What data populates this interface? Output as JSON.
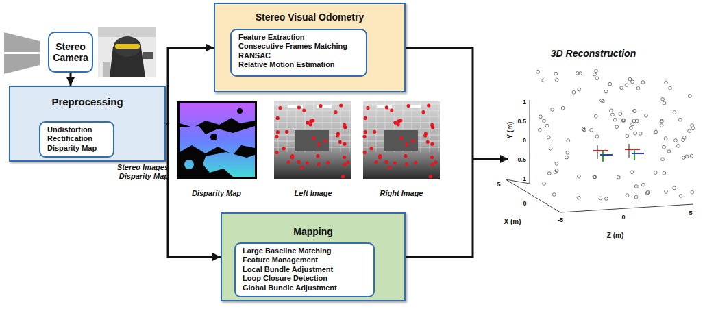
{
  "diagram": {
    "nodes": [
      {
        "text": [
          "Stereo Camera"
        ]
      },
      {
        "text": [
          "Preprocessing"
        ]
      },
      {
        "text": [
          "Undistortion Rectification Disparity Map"
        ],
        "in": 1
      },
      {
        "text": [
          "Stereo Visual Odometry"
        ]
      },
      {
        "text": [
          "Feature Extraction Consecutive Frames Matching RANSAC Relative Motion Estimation"
        ],
        "in": 3
      },
      {
        "text": [
          "Mapping"
        ]
      },
      {
        "text": [
          "Large Baseline Matching Feature Management Local Bundle Adjustment Loop Closure Detection Global Bundle Adjustment"
        ],
        "in": 5
      }
    ],
    "edges": [
      {
        "from": 0,
        "to": 1,
        "arrow": "to"
      },
      {
        "from": 1,
        "to": 3,
        "arrow": "to"
      },
      {
        "from": 1,
        "to": 5,
        "arrow": "to"
      }
    ],
    "labels": [
      "Stereo Images Disparity Map",
      "Disparity Map",
      "Left Image",
      "Right Image",
      "3D Reconstruction",
      "Y (m)",
      "X (m)",
      "Z (m)",
      "1",
      "0.5",
      "0",
      "-0.5",
      "-1",
      "5",
      "0",
      "-5",
      "0",
      "5"
    ]
  }
}
